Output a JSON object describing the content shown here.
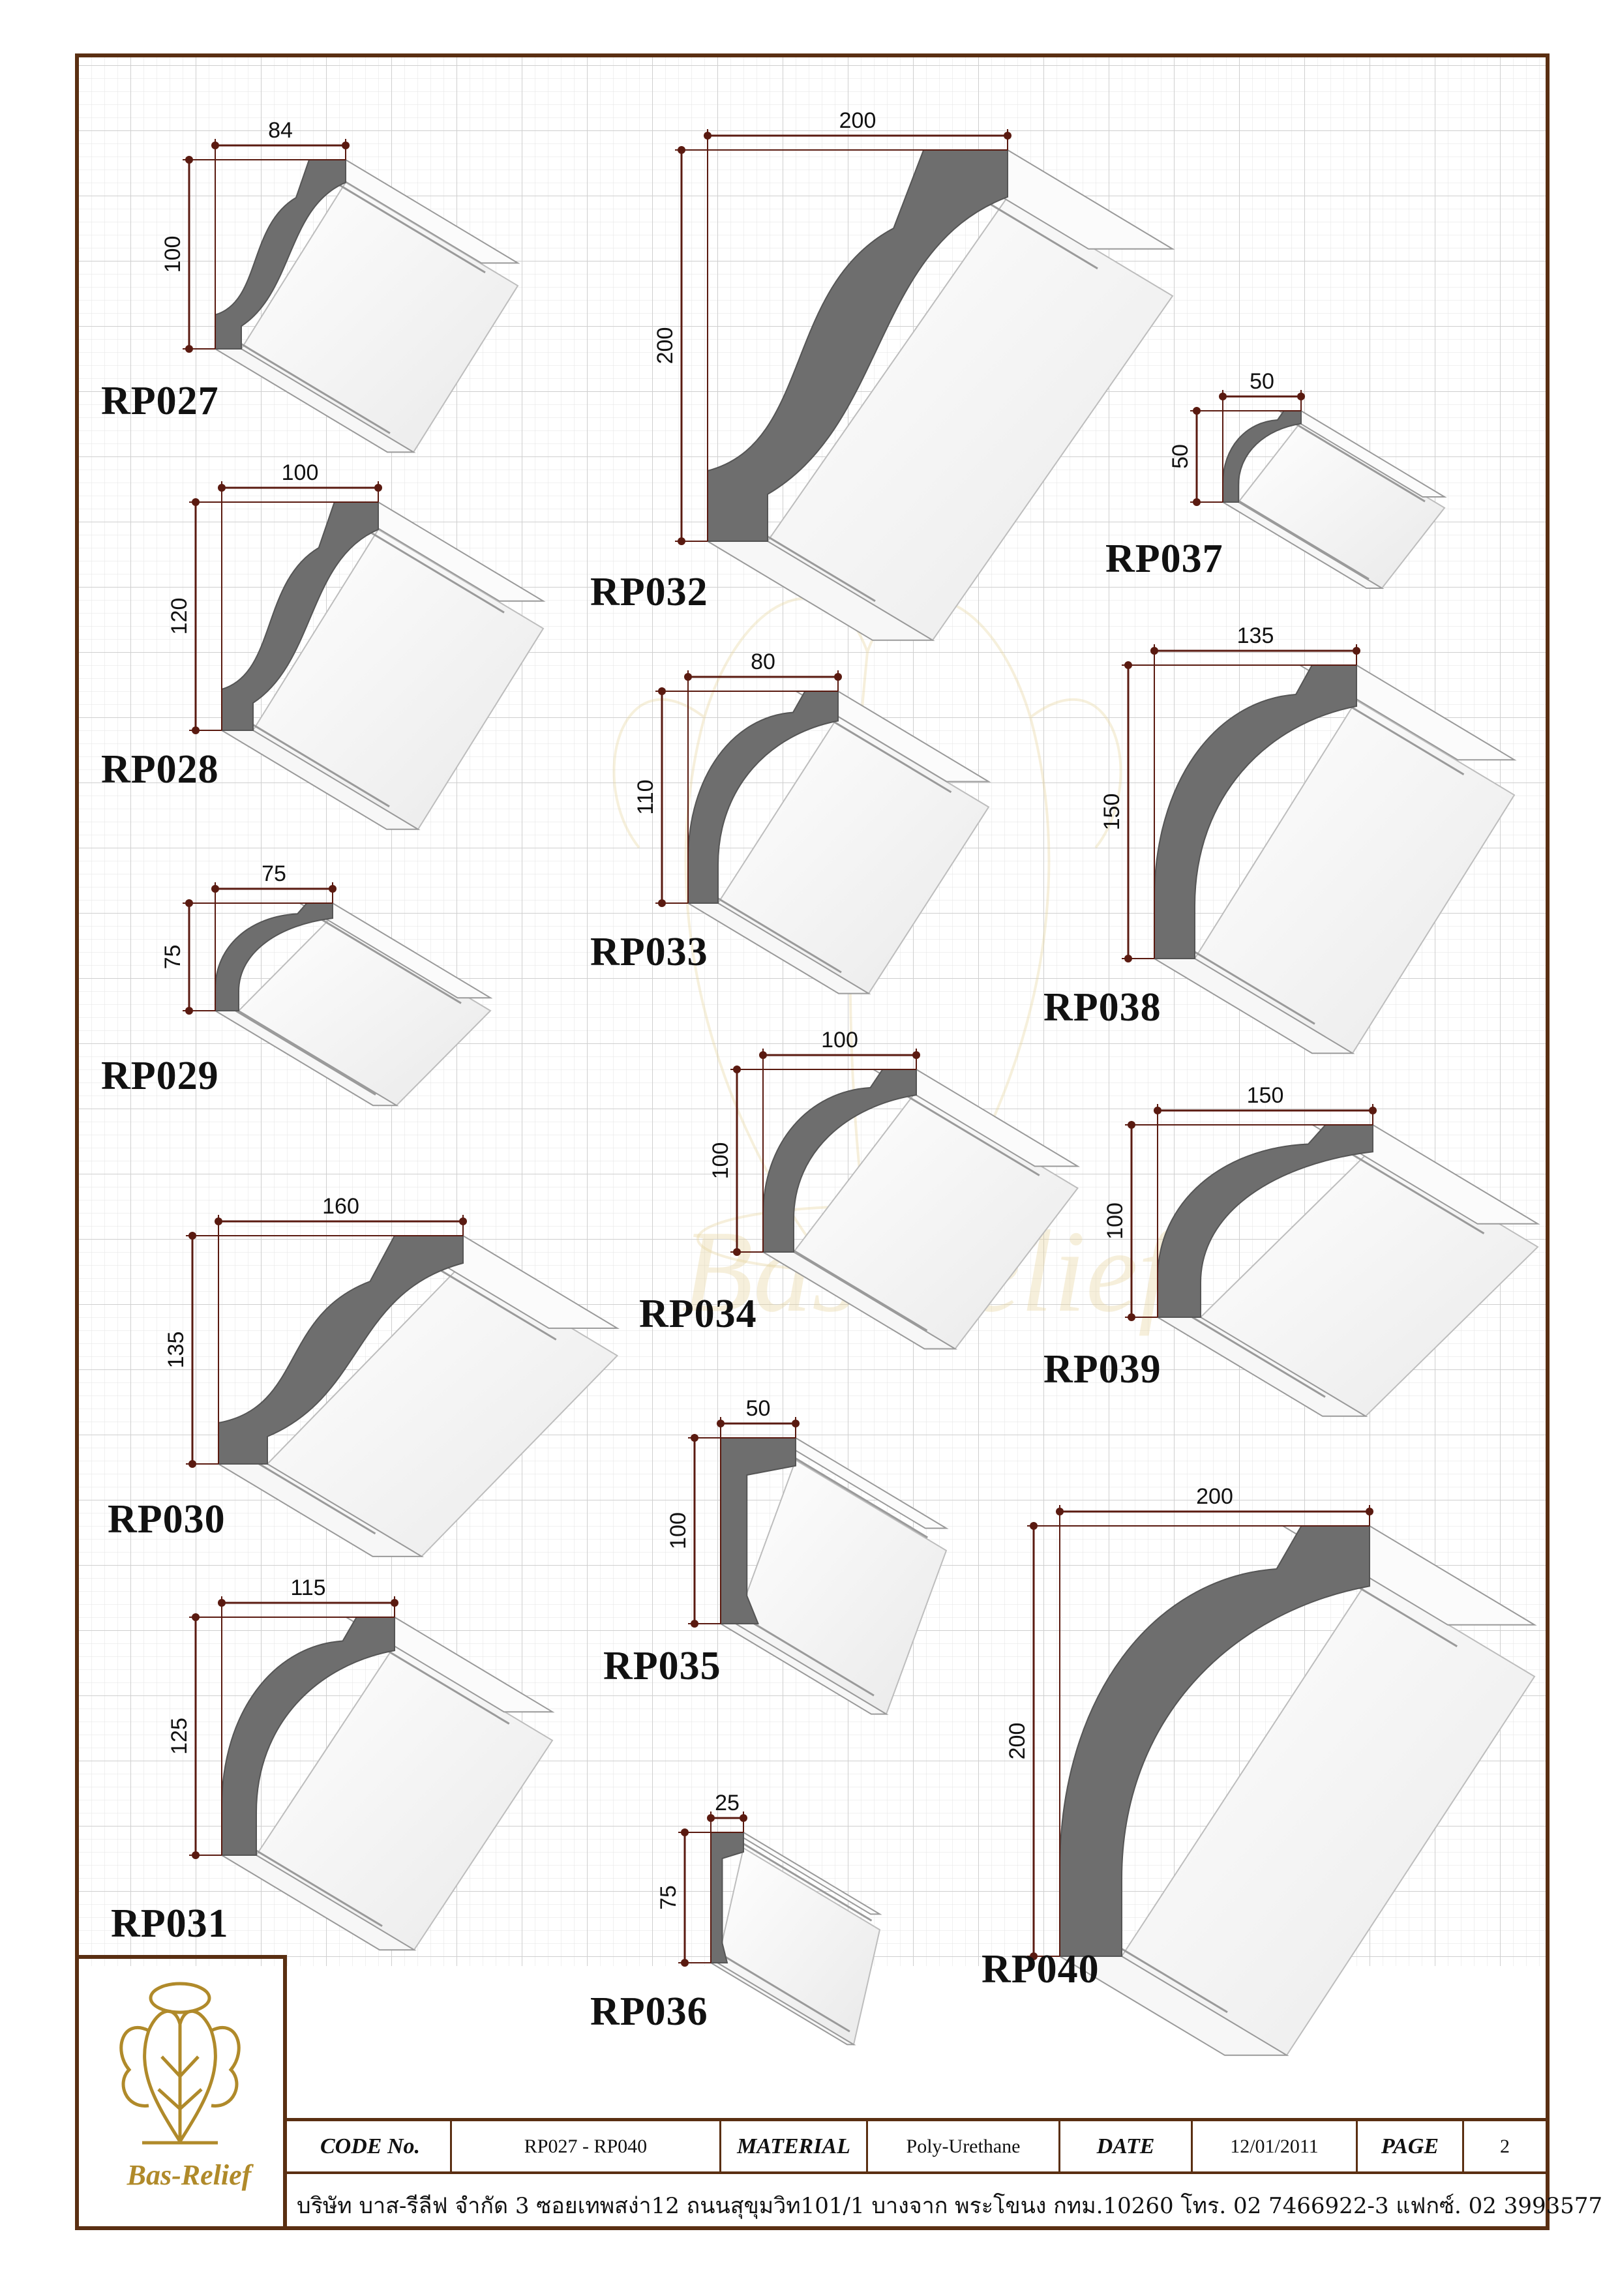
{
  "products": [
    {
      "code": "RP027",
      "width": "84",
      "height": "100"
    },
    {
      "code": "RP028",
      "width": "100",
      "height": "120"
    },
    {
      "code": "RP029",
      "width": "75",
      "height": "75"
    },
    {
      "code": "RP030",
      "width": "160",
      "height": "135"
    },
    {
      "code": "RP031",
      "width": "115",
      "height": "125"
    },
    {
      "code": "RP032",
      "width": "200",
      "height": "200"
    },
    {
      "code": "RP033",
      "width": "80",
      "height": "110"
    },
    {
      "code": "RP034",
      "width": "100",
      "height": "100"
    },
    {
      "code": "RP035",
      "width": "50",
      "height": "100"
    },
    {
      "code": "RP036",
      "width": "25",
      "height": "75"
    },
    {
      "code": "RP037",
      "width": "50",
      "height": "50"
    },
    {
      "code": "RP038",
      "width": "135",
      "height": "150"
    },
    {
      "code": "RP039",
      "width": "150",
      "height": "100"
    },
    {
      "code": "RP040",
      "width": "200",
      "height": "200"
    }
  ],
  "title_block": {
    "code_label": "CODE No.",
    "code_value": "RP027 - RP040",
    "material_label": "MATERIAL",
    "material_value": "Poly-Urethane",
    "date_label": "DATE",
    "date_value": "12/01/2011",
    "page_label": "PAGE",
    "page_value": "2"
  },
  "company_address": "บริษัท บาส-รีลีฟ จำกัด 3 ซอยเทพสง่า12 ถนนสุขุมวิท101/1 บางจาก พระโขนง กทม.10260 โทร. 02 7466922-3 แฟกซ์. 02 3993577",
  "logo_text": "Bas-Relief",
  "watermark_text": "Bas-Relief",
  "colors": {
    "frame": "#5a2f12",
    "dimension": "#5a1a10",
    "profile": "#6e6e6e",
    "molding_face": "#f4f4f4",
    "logo": "#b08a2a",
    "grid": "#d8d8d8"
  }
}
